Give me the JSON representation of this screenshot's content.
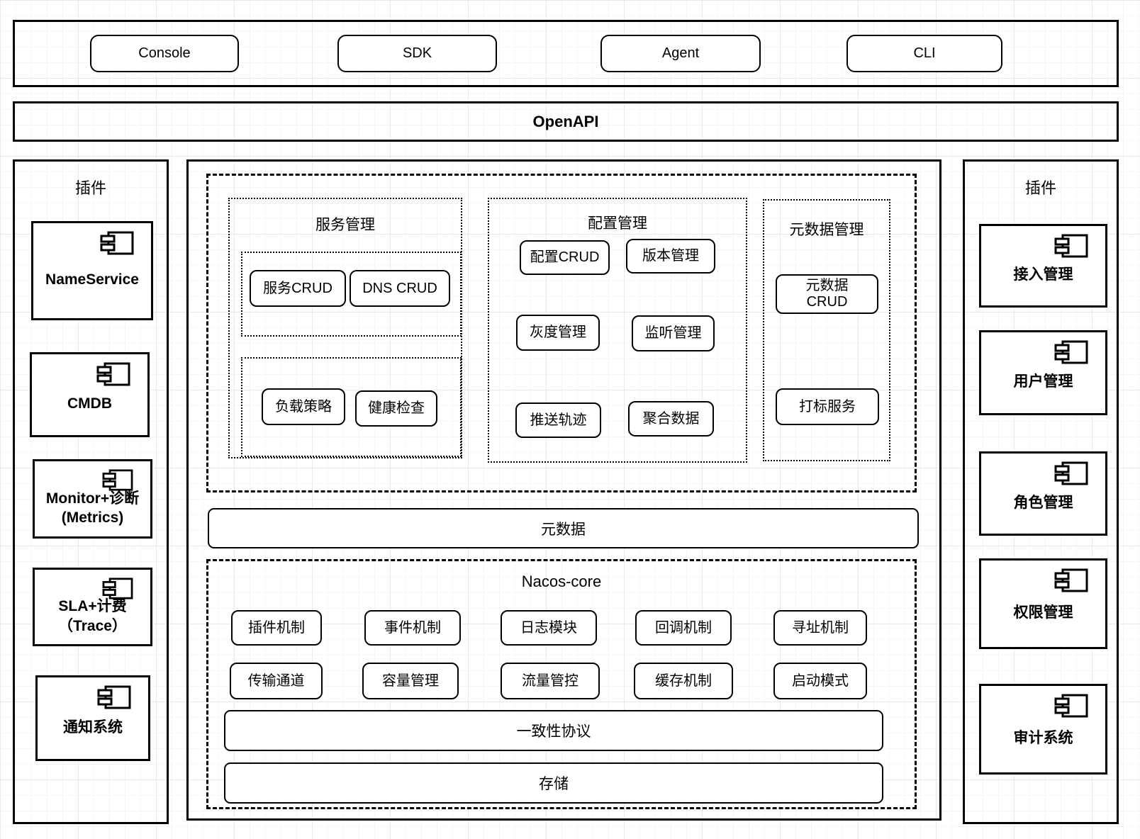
{
  "top_bar": {
    "items": [
      "Console",
      "SDK",
      "Agent",
      "CLI"
    ]
  },
  "openapi": {
    "label": "OpenAPI"
  },
  "left_panel": {
    "title": "插件",
    "items": [
      "NameService",
      "CMDB",
      "Monitor+诊断\n(Metrics)",
      "SLA+计费\n（Trace）",
      "通知系统"
    ]
  },
  "right_panel": {
    "title": "插件",
    "items": [
      "接入管理",
      "用户管理",
      "角色管理",
      "权限管理",
      "审计系统"
    ]
  },
  "service_mgmt": {
    "title": "服务管理",
    "group1": [
      "服务CRUD",
      "DNS CRUD"
    ],
    "group2": [
      "负载策略",
      "健康检查"
    ]
  },
  "config_mgmt": {
    "title": "配置管理",
    "items": [
      "配置CRUD",
      "版本管理",
      "灰度管理",
      "监听管理",
      "推送轨迹",
      "聚合数据"
    ]
  },
  "metadata_mgmt": {
    "title": "元数据管理",
    "items": [
      "元数据\nCRUD",
      "打标服务"
    ]
  },
  "metadata_bar": {
    "label": "元数据"
  },
  "nacos_core": {
    "title": "Nacos-core",
    "row1": [
      "插件机制",
      "事件机制",
      "日志模块",
      "回调机制",
      "寻址机制"
    ],
    "row2": [
      "传输通道",
      "容量管理",
      "流量管控",
      "缓存机制",
      "启动模式"
    ],
    "consistency_bar": "一致性协议",
    "storage_bar": "存储"
  },
  "colors": {
    "stroke": "#000000",
    "fill": "#ffffff",
    "grid_minor": "#f5f5f5",
    "grid_major": "#e9e9e9"
  }
}
